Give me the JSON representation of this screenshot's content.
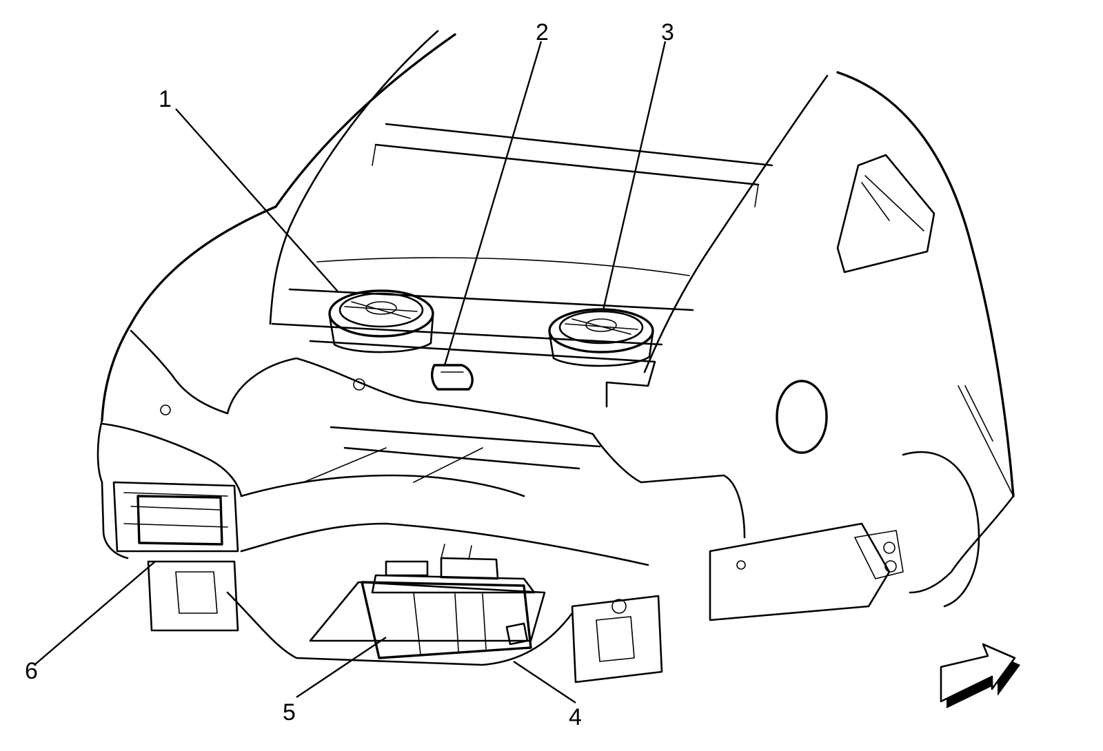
{
  "callouts": [
    {
      "id": "1",
      "label": "1"
    },
    {
      "id": "2",
      "label": "2"
    },
    {
      "id": "3",
      "label": "3"
    },
    {
      "id": "4",
      "label": "4"
    },
    {
      "id": "5",
      "label": "5"
    },
    {
      "id": "6",
      "label": "6"
    }
  ],
  "orientation_icon": "front-of-vehicle-arrow-icon"
}
